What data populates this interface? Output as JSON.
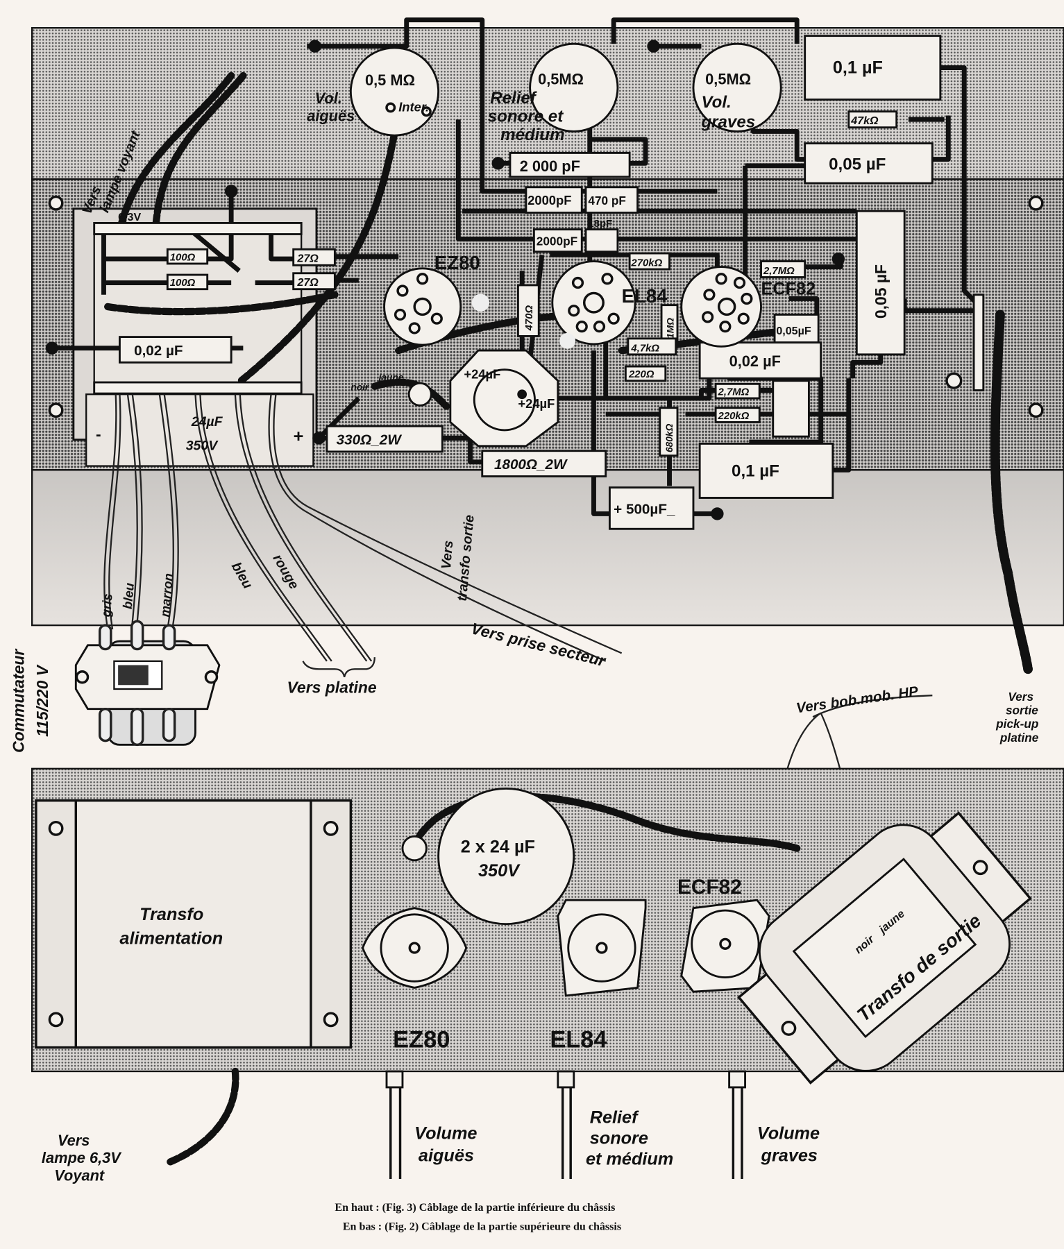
{
  "colors": {
    "paper": "#f8f3ee",
    "ink": "#111111",
    "chassis_halftone": "#b9b6b3",
    "component_fill": "#f4f1ec"
  },
  "top_figure": {
    "pots": [
      {
        "value": "0,5 MΩ",
        "label_1": "Vol.",
        "label_2": "aiguës",
        "extra": "Inter."
      },
      {
        "value": "0,5MΩ",
        "label_1": "Relief",
        "label_2": "sonore et",
        "label_3": "médium"
      },
      {
        "value": "0,5MΩ",
        "label_1": "Vol.",
        "label_2": "graves"
      }
    ],
    "components": {
      "c_01uf_top": "0,1 µF",
      "r_47k": "47kΩ",
      "c_005uf_top": "0,05 µF",
      "c_2000pf_a": "2 000    pF",
      "c_2000pf_b": "2000pF",
      "c_470pf": "470 pF",
      "c_18pf": "18pF",
      "c_2000pf_c": "2000pF",
      "c_005uf_vert": "0,05 µF",
      "r_270k": "270kΩ",
      "r_27M_a": "2,7MΩ",
      "r_470": "470Ω",
      "r_1M": "1MΩ",
      "c_005uf_small": "0,05µF",
      "c_002uf_right": "0,02    µF",
      "r_47k_b": "4,7kΩ",
      "r_220": "220Ω",
      "r_27M_b": "2,7MΩ",
      "r_220k": "220kΩ",
      "r_680k": "680kΩ",
      "c_01uf_bottom": "0,1 µF",
      "c_500uf": "+ 500µF_",
      "r_330_2w": "330Ω_2W",
      "r_1800_2w": "1800Ω_2W",
      "c_24uf_a": "+24µF",
      "c_24uf_b": "+24µF",
      "r_100_a": "100Ω",
      "r_100_b": "100Ω",
      "r_27_a": "27Ω",
      "r_27_b": "27Ω",
      "c_002uf_left": "0,02 µF",
      "v63": "6,3V",
      "filter_cap_1": "24µF",
      "filter_cap_2": "350V",
      "minus": "-",
      "plus": "+"
    },
    "tubes": {
      "ez80": "EZ80",
      "el84": "EL84",
      "ecf82": "ECF82"
    },
    "wire_labels": {
      "noir": "noir",
      "jaune": "jaune",
      "gris": "gris",
      "bleu_1": "bleu",
      "marron": "marron",
      "bleu_2": "bleu",
      "rouge": "rouge"
    },
    "notes": {
      "lampe_1": "Vers",
      "lampe_2": "lampe voyant",
      "transfo_1": "Vers",
      "transfo_2": "transfo sortie",
      "platine": "Vers platine",
      "secteur": "Vers prise secteur",
      "commut_1": "Commutateur",
      "commut_2": "115/220 V",
      "hp": "Vers bob.mob. HP",
      "pickup_1": "Vers",
      "pickup_2": "sortie",
      "pickup_3": "pick-up",
      "pickup_4": "platine"
    }
  },
  "bottom_figure": {
    "transfo_alim_1": "Transfo",
    "transfo_alim_2": "alimentation",
    "cap_1": "2 x 24 µF",
    "cap_2": "350V",
    "tubes": {
      "ez80": "EZ80",
      "el84": "EL84",
      "ecf82": "ECF82"
    },
    "transfo_sortie": "Transfo de sortie",
    "noir": "noir",
    "jaune": "jaune",
    "controls": [
      {
        "line_1": "Volume",
        "line_2": "aiguës"
      },
      {
        "line_1": "Relief",
        "line_2": "sonore",
        "line_3": "et médium"
      },
      {
        "line_1": "Volume",
        "line_2": "graves"
      }
    ],
    "lampe_1": "Vers",
    "lampe_2": "lampe 6,3V",
    "lampe_3": "Voyant"
  },
  "caption": {
    "line_1": "En haut : (Fig. 3) Câblage de la partie inférieure du châssis",
    "line_2": "En bas : (Fig. 2) Câblage de la partie supérieure du châssis"
  }
}
